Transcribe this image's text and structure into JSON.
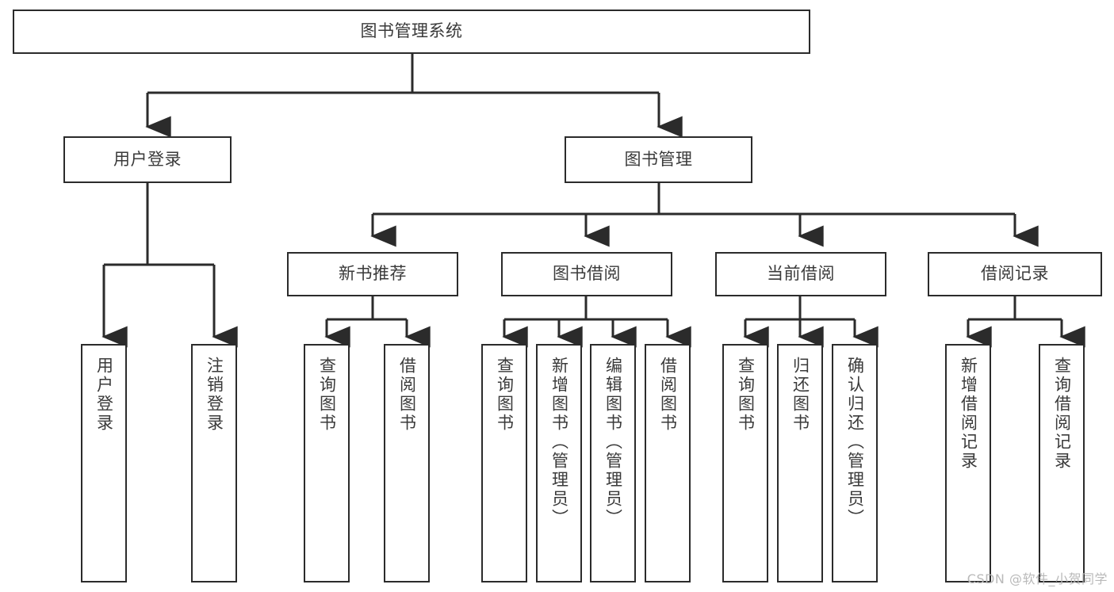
{
  "diagram": {
    "title": "图书管理系统",
    "type": "tree-hierarchy-diagram",
    "watermark": "CSDN @软件_小贺同学",
    "colors": {
      "stroke": "#2b2b2b",
      "text": "#3a3a3a",
      "background": "#ffffff",
      "watermark": "#b9b9b9"
    },
    "root": {
      "label": "图书管理系统"
    },
    "level2": [
      {
        "label": "用户登录"
      },
      {
        "label": "图书管理"
      }
    ],
    "level3": [
      {
        "label": "新书推荐"
      },
      {
        "label": "图书借阅"
      },
      {
        "label": "当前借阅"
      },
      {
        "label": "借阅记录"
      }
    ],
    "leaves": {
      "user_login": [
        {
          "label": "用户登录"
        },
        {
          "label": "注销登录"
        }
      ],
      "new_book_recommend": [
        {
          "label": "查询图书"
        },
        {
          "label": "借阅图书"
        }
      ],
      "book_borrow": [
        {
          "label": "查询图书"
        },
        {
          "label": "新增图书（管理员）"
        },
        {
          "label": "编辑图书（管理员）"
        },
        {
          "label": "借阅图书"
        }
      ],
      "current_borrow": [
        {
          "label": "查询图书"
        },
        {
          "label": "归还图书"
        },
        {
          "label": "确认归还（管理员）"
        }
      ],
      "borrow_record": [
        {
          "label": "新增借阅记录"
        },
        {
          "label": "查询借阅记录"
        }
      ]
    }
  }
}
